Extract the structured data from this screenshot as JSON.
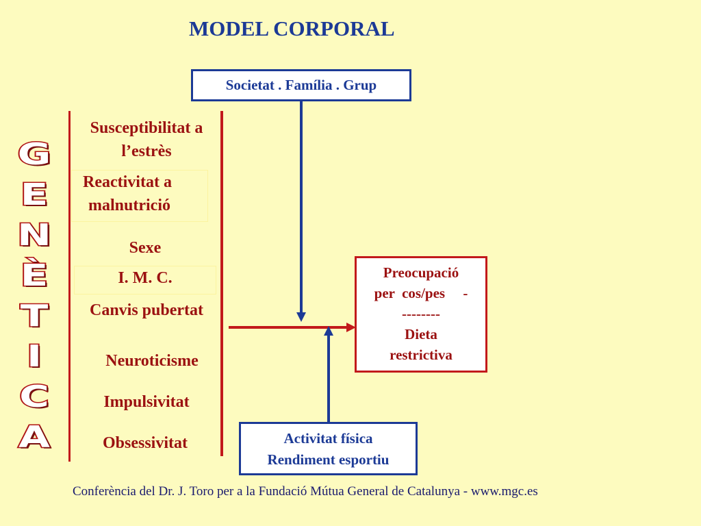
{
  "title": "MODEL CORPORAL",
  "vertical_label": [
    "G",
    "E",
    "N",
    "È",
    "T",
    "I",
    "C",
    "A"
  ],
  "society_box": "Societat . Família . Grup",
  "factors": [
    {
      "line1": "Susceptibilitat a",
      "line2": "l’estrès"
    },
    {
      "line1": "Reactivitat a",
      "line2": "malnutrició"
    },
    {
      "line1": "Sexe"
    },
    {
      "line1": "I. M. C."
    },
    {
      "line1": "Canvis pubertat"
    },
    {
      "line1": "Neuroticisme"
    },
    {
      "line1": "Impulsivitat"
    },
    {
      "line1": "Obsessivitat"
    }
  ],
  "outcome_box": {
    "line1": "Preocupació",
    "line2": "per  cos/pes     -",
    "line3": "--------",
    "line4": "Dieta",
    "line5": "restrictiva"
  },
  "activity_box": {
    "line1": "Activitat física",
    "line2": "Rendiment esportiu"
  },
  "footer": "Conferència del Dr. J. Toro per a la Fundació Mútua General de Catalunya - www.mgc.es",
  "colors": {
    "background": "#fdfbbf",
    "blue": "#1c3a96",
    "red": "#c2191b",
    "dark_red": "#9b1111"
  }
}
